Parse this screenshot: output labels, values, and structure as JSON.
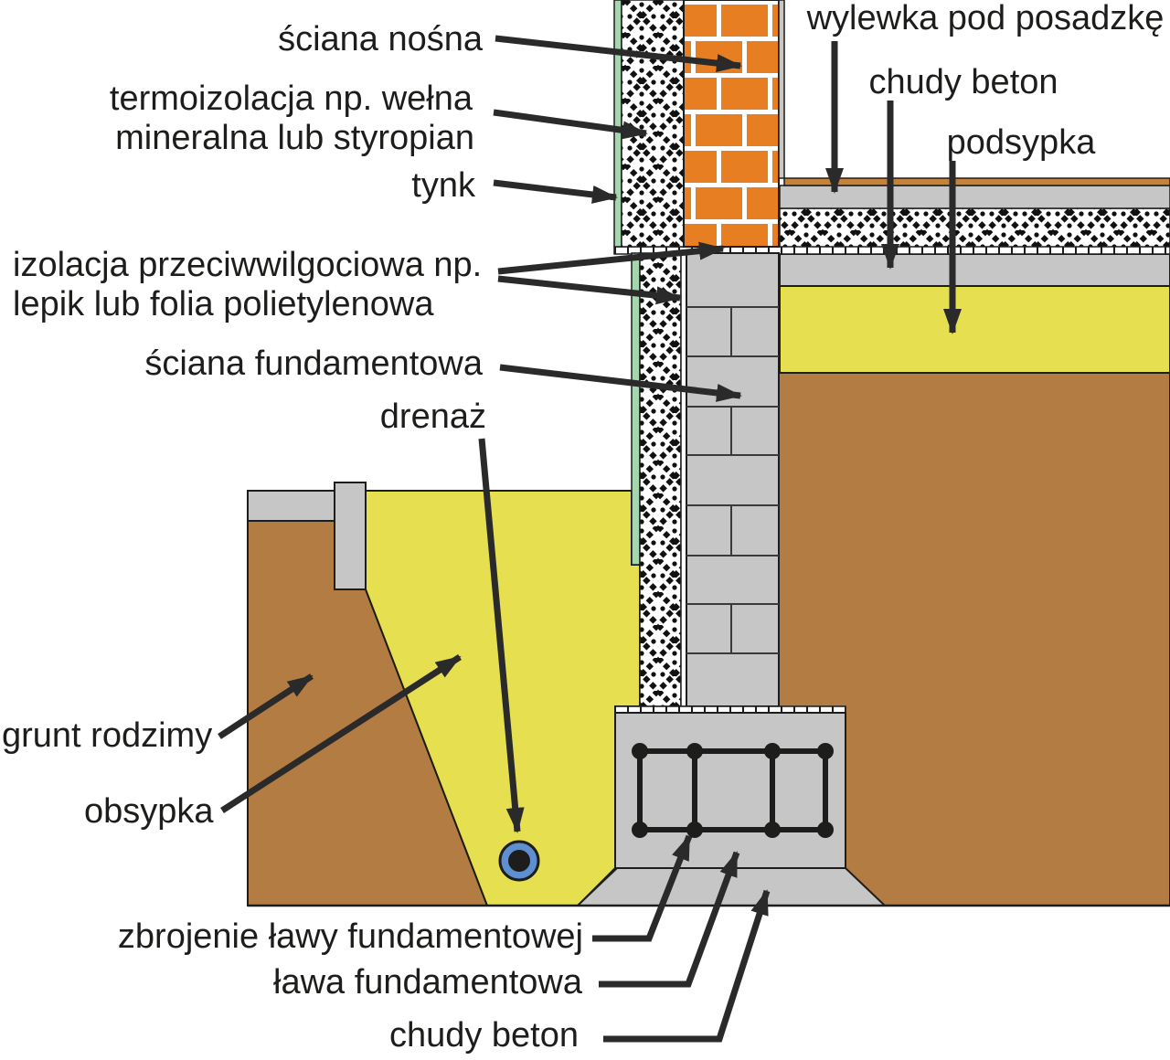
{
  "diagram": {
    "kind": "construction-detail-foundation-cross-section",
    "language": "pl"
  },
  "labels": {
    "sciana_nosna": "ściana nośna",
    "termoizolacja_line1": "termoizolacja np. wełna",
    "termoizolacja_line2": "mineralna lub styropian",
    "tynk": "tynk",
    "izolacja_line1": "izolacja przeciwwilgociowa np.",
    "izolacja_line2": "lepik lub folia polietylenowa",
    "sciana_fundamentowa": "ściana fundamentowa",
    "drenaz": "drenaż",
    "grunt_rodzimy": "grunt rodzimy",
    "obsypka": "obsypka",
    "zbrojenie_lawy": "zbrojenie ławy fundamentowej",
    "lawa_fundamentowa": "ława fundamentowa",
    "chudy_beton_bottom": "chudy beton",
    "wylewka_pod_posadzke": "wylewka pod posadzkę",
    "chudy_beton_top": "chudy beton",
    "podsypka": "podsypka"
  },
  "colors": {
    "brick": "#E87E22",
    "concrete": "#C6C6C6",
    "soil": "#B27C42",
    "sand": "#E6E051",
    "plaster_green": "#A5D6B0",
    "floor_finish": "#C5823B",
    "drain_blue": "#5E8FD0",
    "line": "#1D1D1B",
    "arrow": "#2A2A2A",
    "text": "#1D1D1B"
  }
}
